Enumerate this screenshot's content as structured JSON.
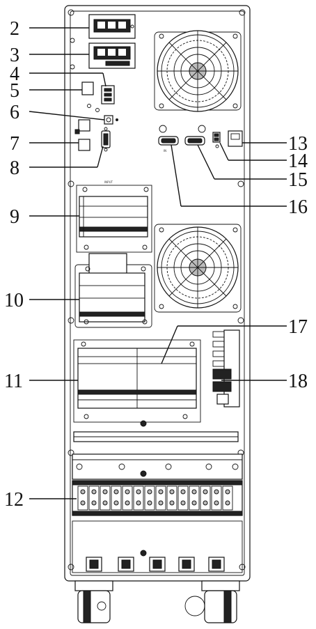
{
  "callouts": [
    {
      "label": "2"
    },
    {
      "label": "3"
    },
    {
      "label": "4"
    },
    {
      "label": "5"
    },
    {
      "label": "6"
    },
    {
      "label": "7"
    },
    {
      "label": "8"
    },
    {
      "label": "9"
    },
    {
      "label": "10"
    },
    {
      "label": "11"
    },
    {
      "label": "12"
    },
    {
      "label": "13"
    },
    {
      "label": "14"
    },
    {
      "label": "15"
    },
    {
      "label": "16"
    },
    {
      "label": "17"
    },
    {
      "label": "18"
    }
  ],
  "colors": {
    "line": "#111111",
    "background": "#ffffff"
  }
}
